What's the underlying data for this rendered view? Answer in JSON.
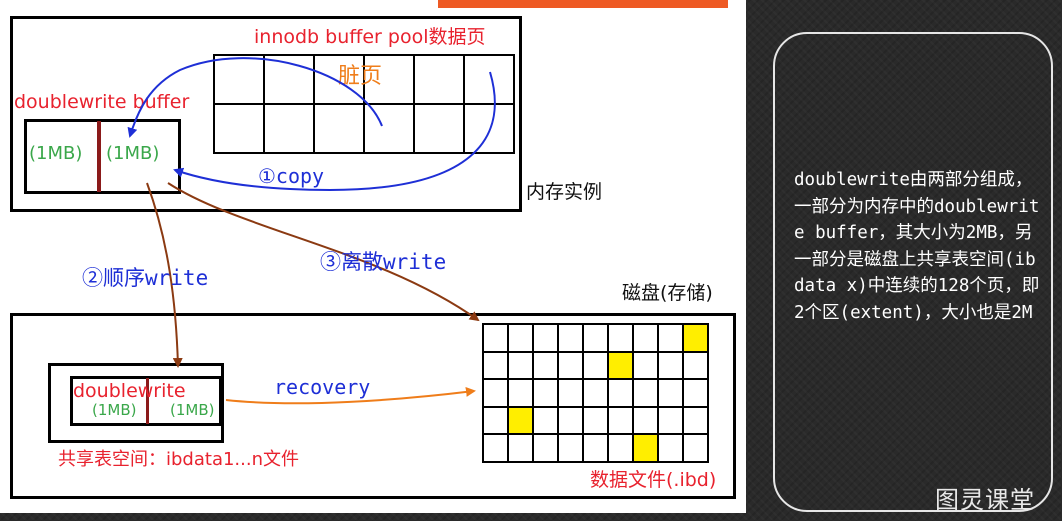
{
  "memory": {
    "buffer_pool_label": "innodb buffer pool数据页",
    "dirty_page_label": "脏页",
    "doublewrite_buffer_label": "doublewrite buffer",
    "half_left": "(1MB)",
    "half_right": "(1MB)",
    "instance_label": "内存实例"
  },
  "steps": {
    "copy": "①copy",
    "sequential_write": "②顺序write",
    "scattered_write": "③离散write",
    "recovery": "recovery"
  },
  "disk": {
    "disk_label": "磁盘(存储)",
    "doublewrite_label": "doublewrite",
    "half_left": "(1MB)",
    "half_right": "(1MB)",
    "shared_tablespace_label": "共享表空间：ibdata1...n文件",
    "datafile_label": "数据文件(.ibd)",
    "highlighted_cells": [
      [
        0,
        8
      ],
      [
        1,
        5
      ],
      [
        3,
        1
      ],
      [
        4,
        6
      ]
    ]
  },
  "sidebar": {
    "description": "doublewrite由两部分组成，一部分为内存中的doublewrite buffer，其大小为2MB，另一部分是磁盘上共享表空间(ibdata x)中连续的128个页，即2个区(extent)，大小也是2M"
  },
  "brand": "图灵课堂",
  "colors": {
    "title_red": "#e8222e",
    "size_green": "#3aa74a",
    "step_blue": "#1e2fd6",
    "dirty_orange": "#ef7d1a",
    "highlight_yellow": "#ffee00",
    "accent_bar": "#ee5a24"
  }
}
